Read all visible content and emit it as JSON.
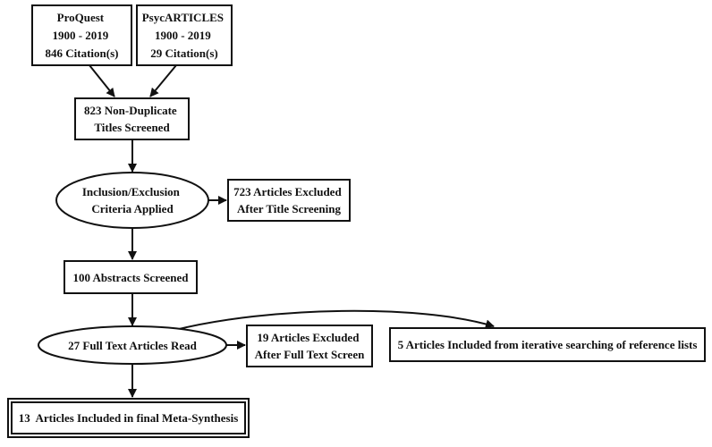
{
  "nodes": {
    "proquest": {
      "lines": [
        "ProQuest",
        "1900 - 2019",
        "846 Citation(s)"
      ]
    },
    "psycarticles": {
      "lines": [
        "PsycARTICLES",
        "1900 - 2019",
        "29 Citation(s)"
      ]
    },
    "nonduplicate": {
      "lines": [
        "823 Non-Duplicate",
        "Titles Screened"
      ]
    },
    "criteria": {
      "lines": [
        "Inclusion/Exclusion",
        "Criteria Applied"
      ]
    },
    "excluded_title": {
      "lines": [
        "723 Articles Excluded",
        "After Title Screening"
      ]
    },
    "abstracts": {
      "lines": [
        "100 Abstracts Screened"
      ]
    },
    "fulltext": {
      "lines": [
        "27 Full Text Articles Read"
      ]
    },
    "excluded_fulltext": {
      "lines": [
        "19 Articles Excluded",
        "After Full Text Screen"
      ]
    },
    "iterative": {
      "lines": [
        "5 Articles Included from iterative searching of reference lists"
      ]
    },
    "final": {
      "lines": [
        "13  Articles Included in final Meta-Synthesis"
      ]
    }
  }
}
